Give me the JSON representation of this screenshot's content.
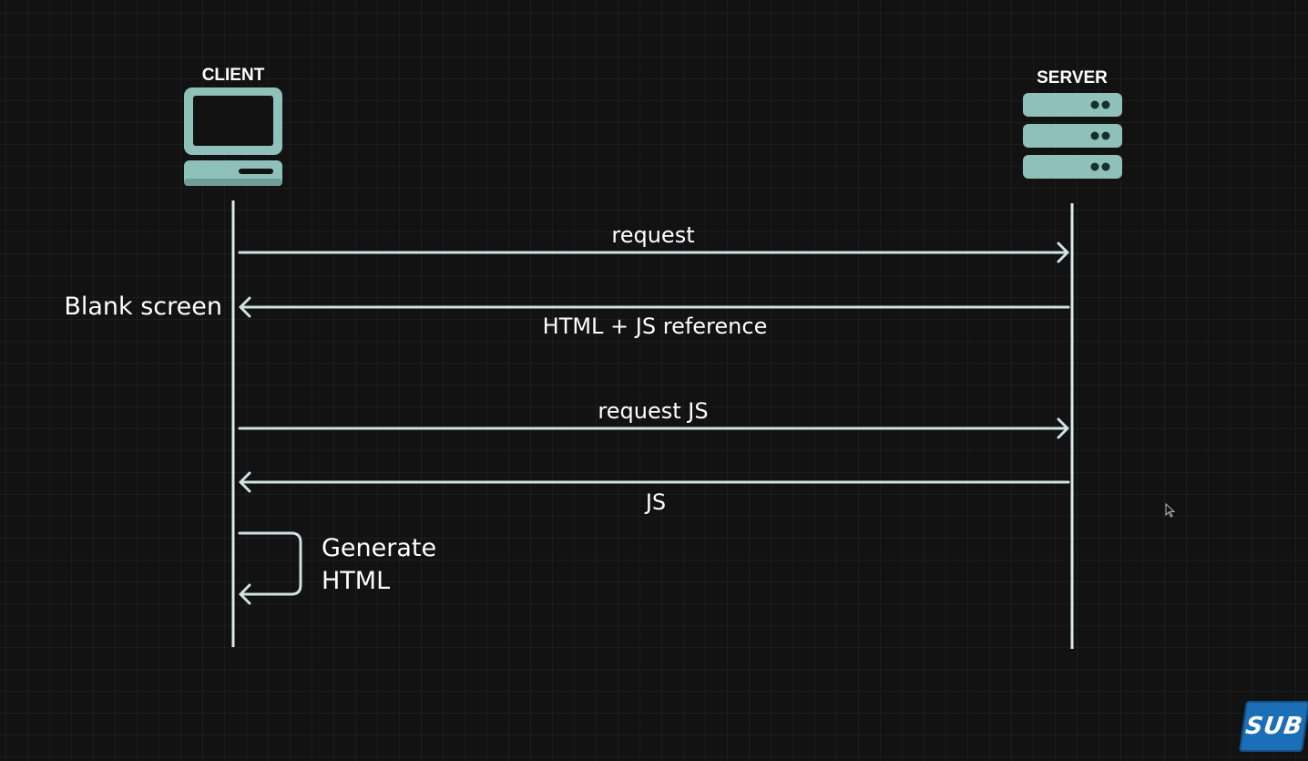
{
  "actors": {
    "client": {
      "label": "CLIENT",
      "icon": "computer-icon"
    },
    "server": {
      "label": "SERVER",
      "icon": "server-icon"
    }
  },
  "messages": [
    {
      "id": "request",
      "label": "request",
      "from": "client",
      "to": "server"
    },
    {
      "id": "html-js-reference",
      "label": "HTML + JS reference",
      "from": "server",
      "to": "client"
    },
    {
      "id": "request-js",
      "label": "request JS",
      "from": "client",
      "to": "server"
    },
    {
      "id": "js",
      "label": "JS",
      "from": "server",
      "to": "client"
    }
  ],
  "annotations": {
    "blank_screen": "Blank screen",
    "self_action_line1": "Generate",
    "self_action_line2": "HTML"
  },
  "badge": {
    "label": "SUB"
  },
  "colors": {
    "background": "#121212",
    "accent": "#8fc1bb",
    "line": "#cfe3e1",
    "badge": "#1b6fb6"
  }
}
